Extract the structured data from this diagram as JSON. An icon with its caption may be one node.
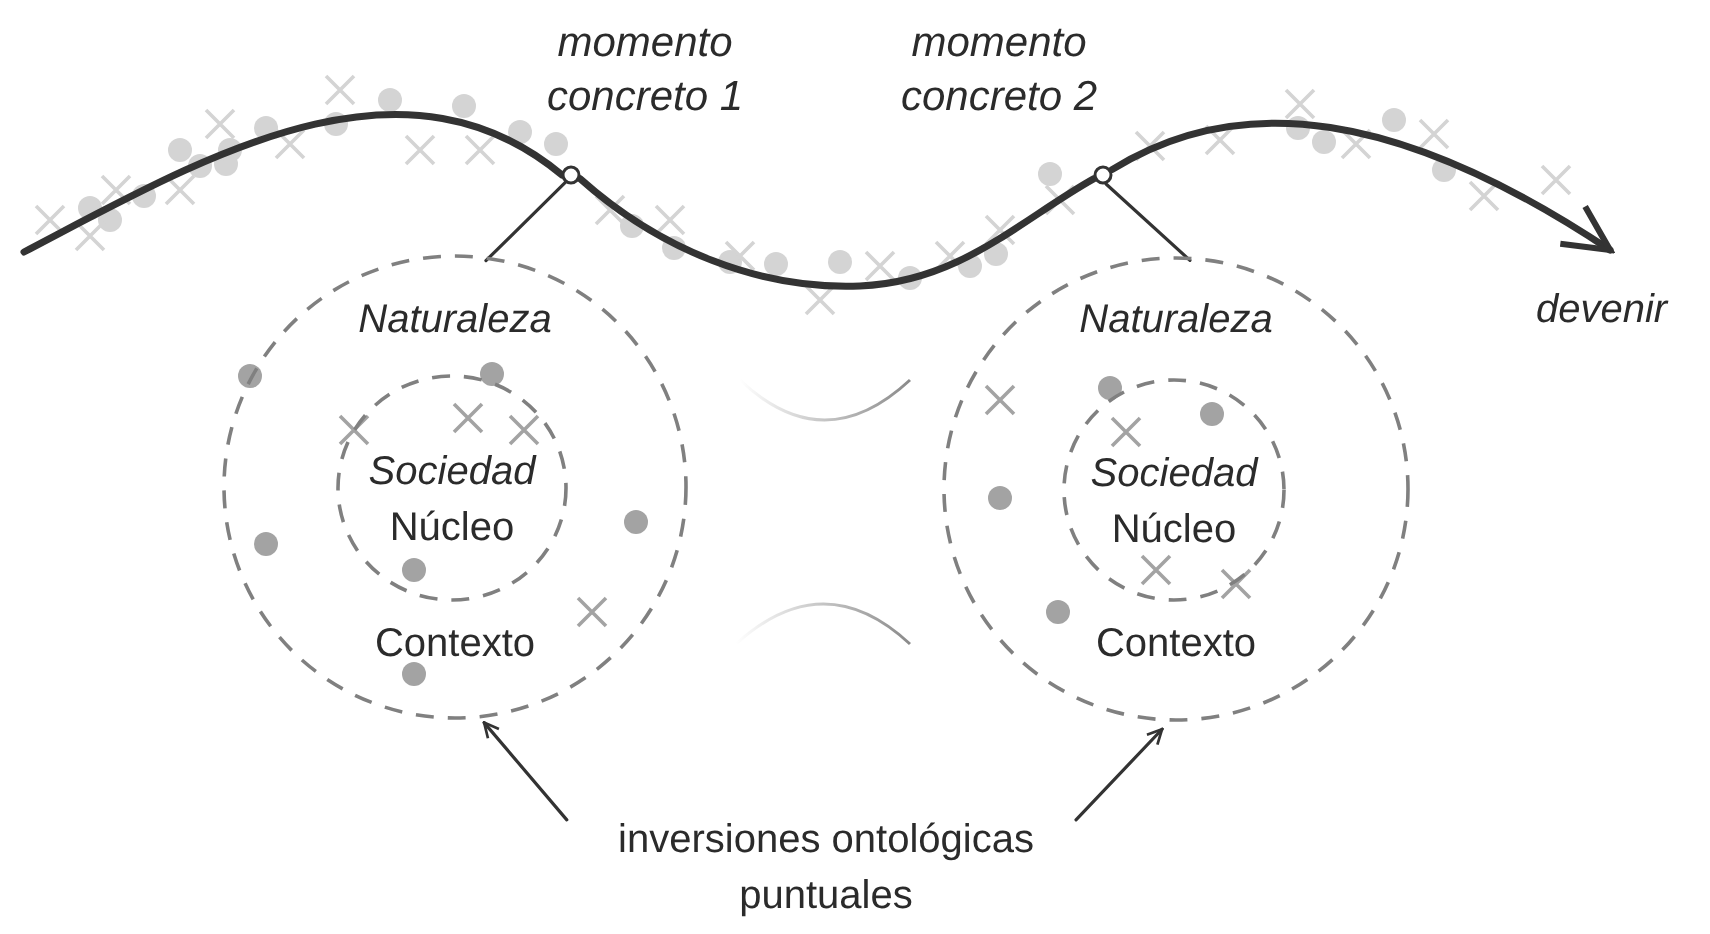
{
  "diagram": {
    "nodes": [
      {
        "text": [
          "Naturaleza",
          "Contexto"
        ]
      },
      {
        "text": [
          "Sociedad",
          "Núcleo"
        ],
        "in": 0
      },
      {
        "text": [
          "Naturaleza",
          "Contexto"
        ]
      },
      {
        "text": [
          "Sociedad",
          "Núcleo"
        ],
        "in": 2
      },
      {
        "text": [],
        "shape": "circle",
        "beside": [
          "momento concreto 1"
        ]
      },
      {
        "text": [],
        "shape": "circle",
        "beside": [
          "momento concreto 2"
        ]
      },
      {
        "text": [
          "inversiones ontológicas puntuales"
        ]
      }
    ],
    "edges": [
      {
        "from": null,
        "to": 4,
        "arrow": "none",
        "style": "thick"
      },
      {
        "from": 4,
        "to": 5,
        "arrow": "none",
        "style": "thick"
      },
      {
        "from": 5,
        "to": null,
        "arrow": "to",
        "style": "thick"
      },
      {
        "from": 4,
        "to": 0,
        "arrow": "none"
      },
      {
        "from": 5,
        "to": 2,
        "arrow": "none"
      },
      {
        "from": 6,
        "to": 0,
        "arrow": "to"
      },
      {
        "from": 6,
        "to": 2,
        "arrow": "to"
      }
    ],
    "labels": [
      "devenir"
    ]
  }
}
